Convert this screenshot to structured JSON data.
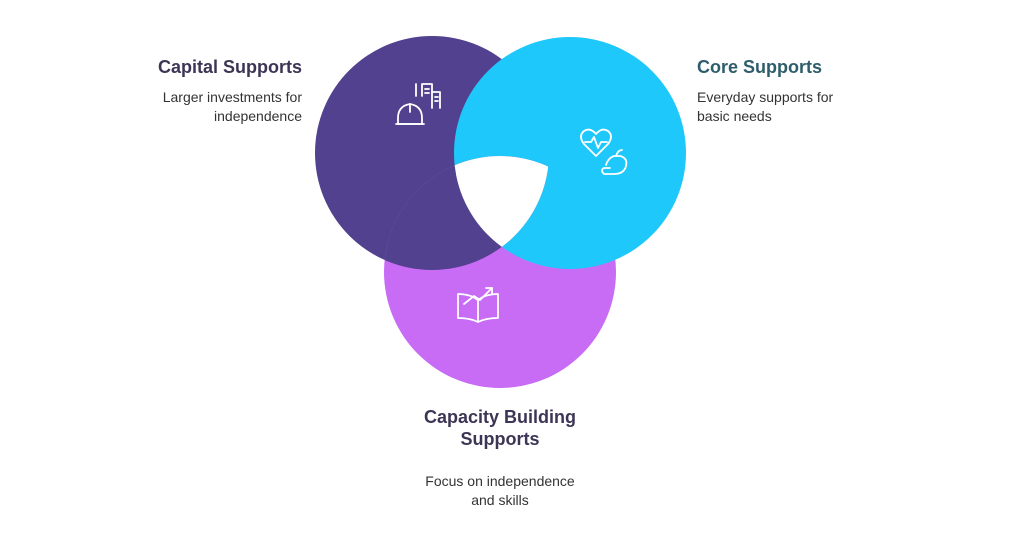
{
  "diagram": {
    "type": "venn",
    "sets": [
      {
        "id": "capital",
        "title": "Capital Supports",
        "description_lines": [
          "Larger investments for",
          "independence"
        ],
        "color": "#52418e",
        "title_color": "#3d3555",
        "icon": "buildings-hardhat-icon"
      },
      {
        "id": "core",
        "title": "Core Supports",
        "description_lines": [
          "Everyday supports for",
          "basic needs"
        ],
        "color": "#1ec8fb",
        "title_color": "#2e5d6b",
        "icon": "heart-arm-icon"
      },
      {
        "id": "capacity",
        "title_lines": [
          "Capacity Building",
          "Supports"
        ],
        "description_lines": [
          "Focus on independence",
          "and skills"
        ],
        "color": "#c86cf6",
        "title_color": "#3d3555",
        "icon": "book-growth-icon"
      }
    ],
    "center_color": "#ffffff"
  }
}
